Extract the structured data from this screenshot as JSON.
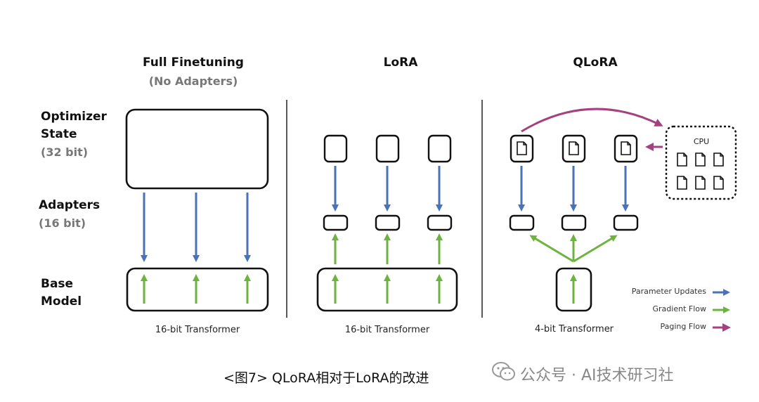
{
  "columns": {
    "full": {
      "title": "Full Finetuning",
      "subtitle": "(No Adapters)",
      "caption": "16-bit Transformer"
    },
    "lora": {
      "title": "LoRA",
      "caption": "16-bit Transformer"
    },
    "qlora": {
      "title": "QLoRA",
      "caption": "4-bit Transformer"
    }
  },
  "rows": {
    "optimizer": {
      "line1": "Optimizer",
      "line2": "State",
      "bits": "(32 bit)"
    },
    "adapters": {
      "line1": "Adapters",
      "bits": "(16 bit)"
    },
    "base": {
      "line1": "Base",
      "line2": "Model"
    }
  },
  "cpu": {
    "label": "CPU"
  },
  "legend": {
    "items": [
      {
        "label": "Parameter Updates",
        "color": "#4a72b8"
      },
      {
        "label": "Gradient Flow",
        "color": "#6db33f"
      },
      {
        "label": "Paging Flow",
        "color": "#a4417e"
      }
    ]
  },
  "colors": {
    "blue": "#4a72b8",
    "green": "#6db33f",
    "magenta": "#a4417e"
  },
  "caption": "<图7> QLoRA相对于LoRA的改进",
  "watermark": "公众号 · AI技术研习社"
}
